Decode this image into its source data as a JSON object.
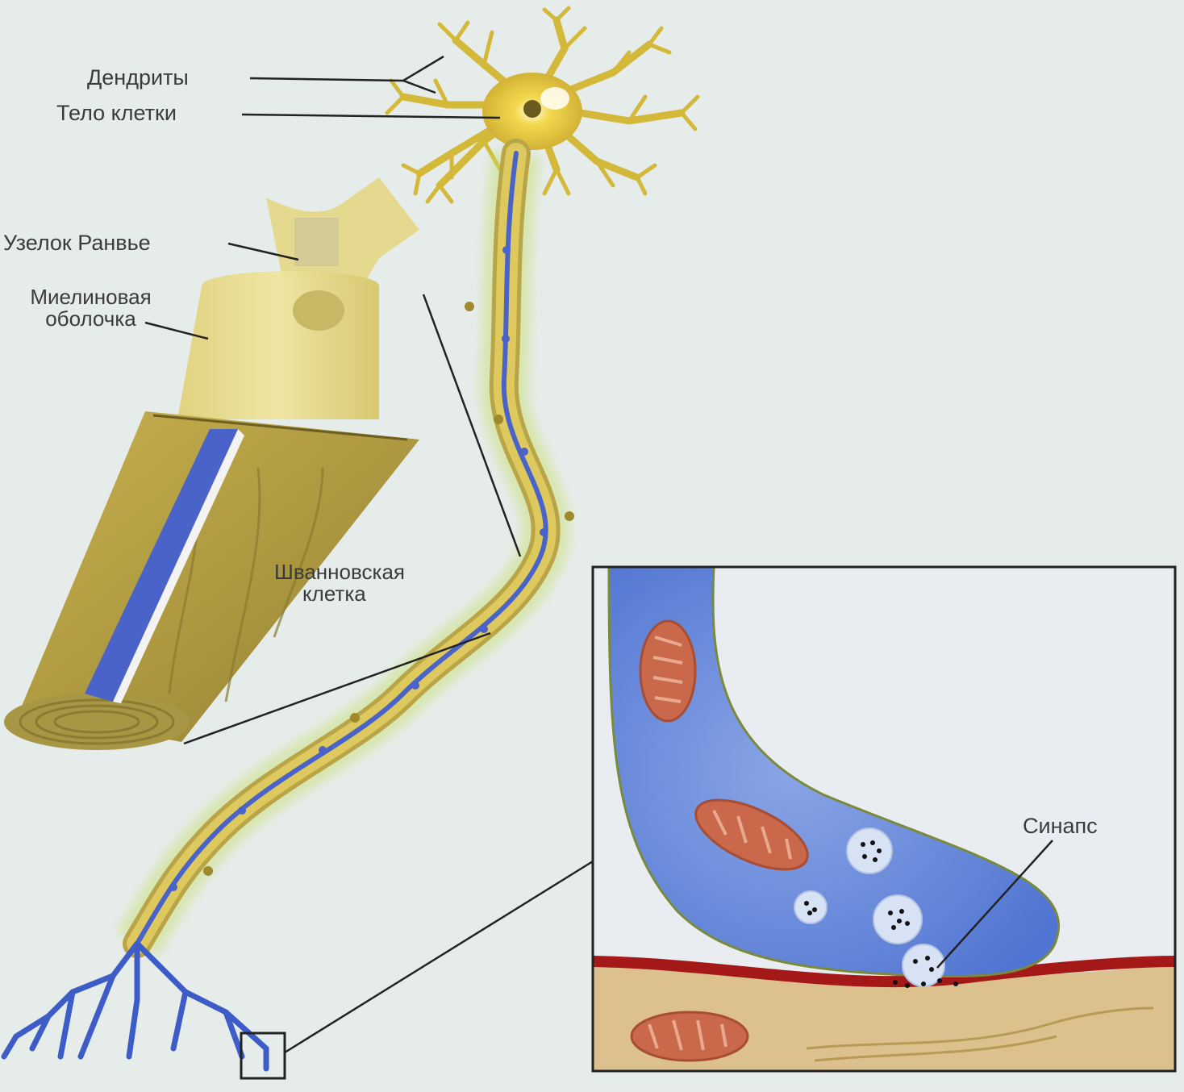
{
  "labels": {
    "dendrites": "Дендриты",
    "cell_body": "Тело клетки",
    "node_of_ranvier": "Узелок Ранвье",
    "myelin_sheath_line1": "Миелиновая",
    "myelin_sheath_line2": "оболочка",
    "schwann_cell_line1": "Шванновская",
    "schwann_cell_line2": "клетка",
    "synapse": "Синапс"
  },
  "colors": {
    "background": "#e6ecea",
    "neuron_yellow": "#dcc23e",
    "axon_blue": "#4a63c9",
    "myelin_tan": "#b9a447",
    "terminal_blue": "#5a7fd6",
    "membrane_red": "#a51818",
    "tissue_tan": "#dcc18e",
    "mitochondria": "#c9684a"
  }
}
